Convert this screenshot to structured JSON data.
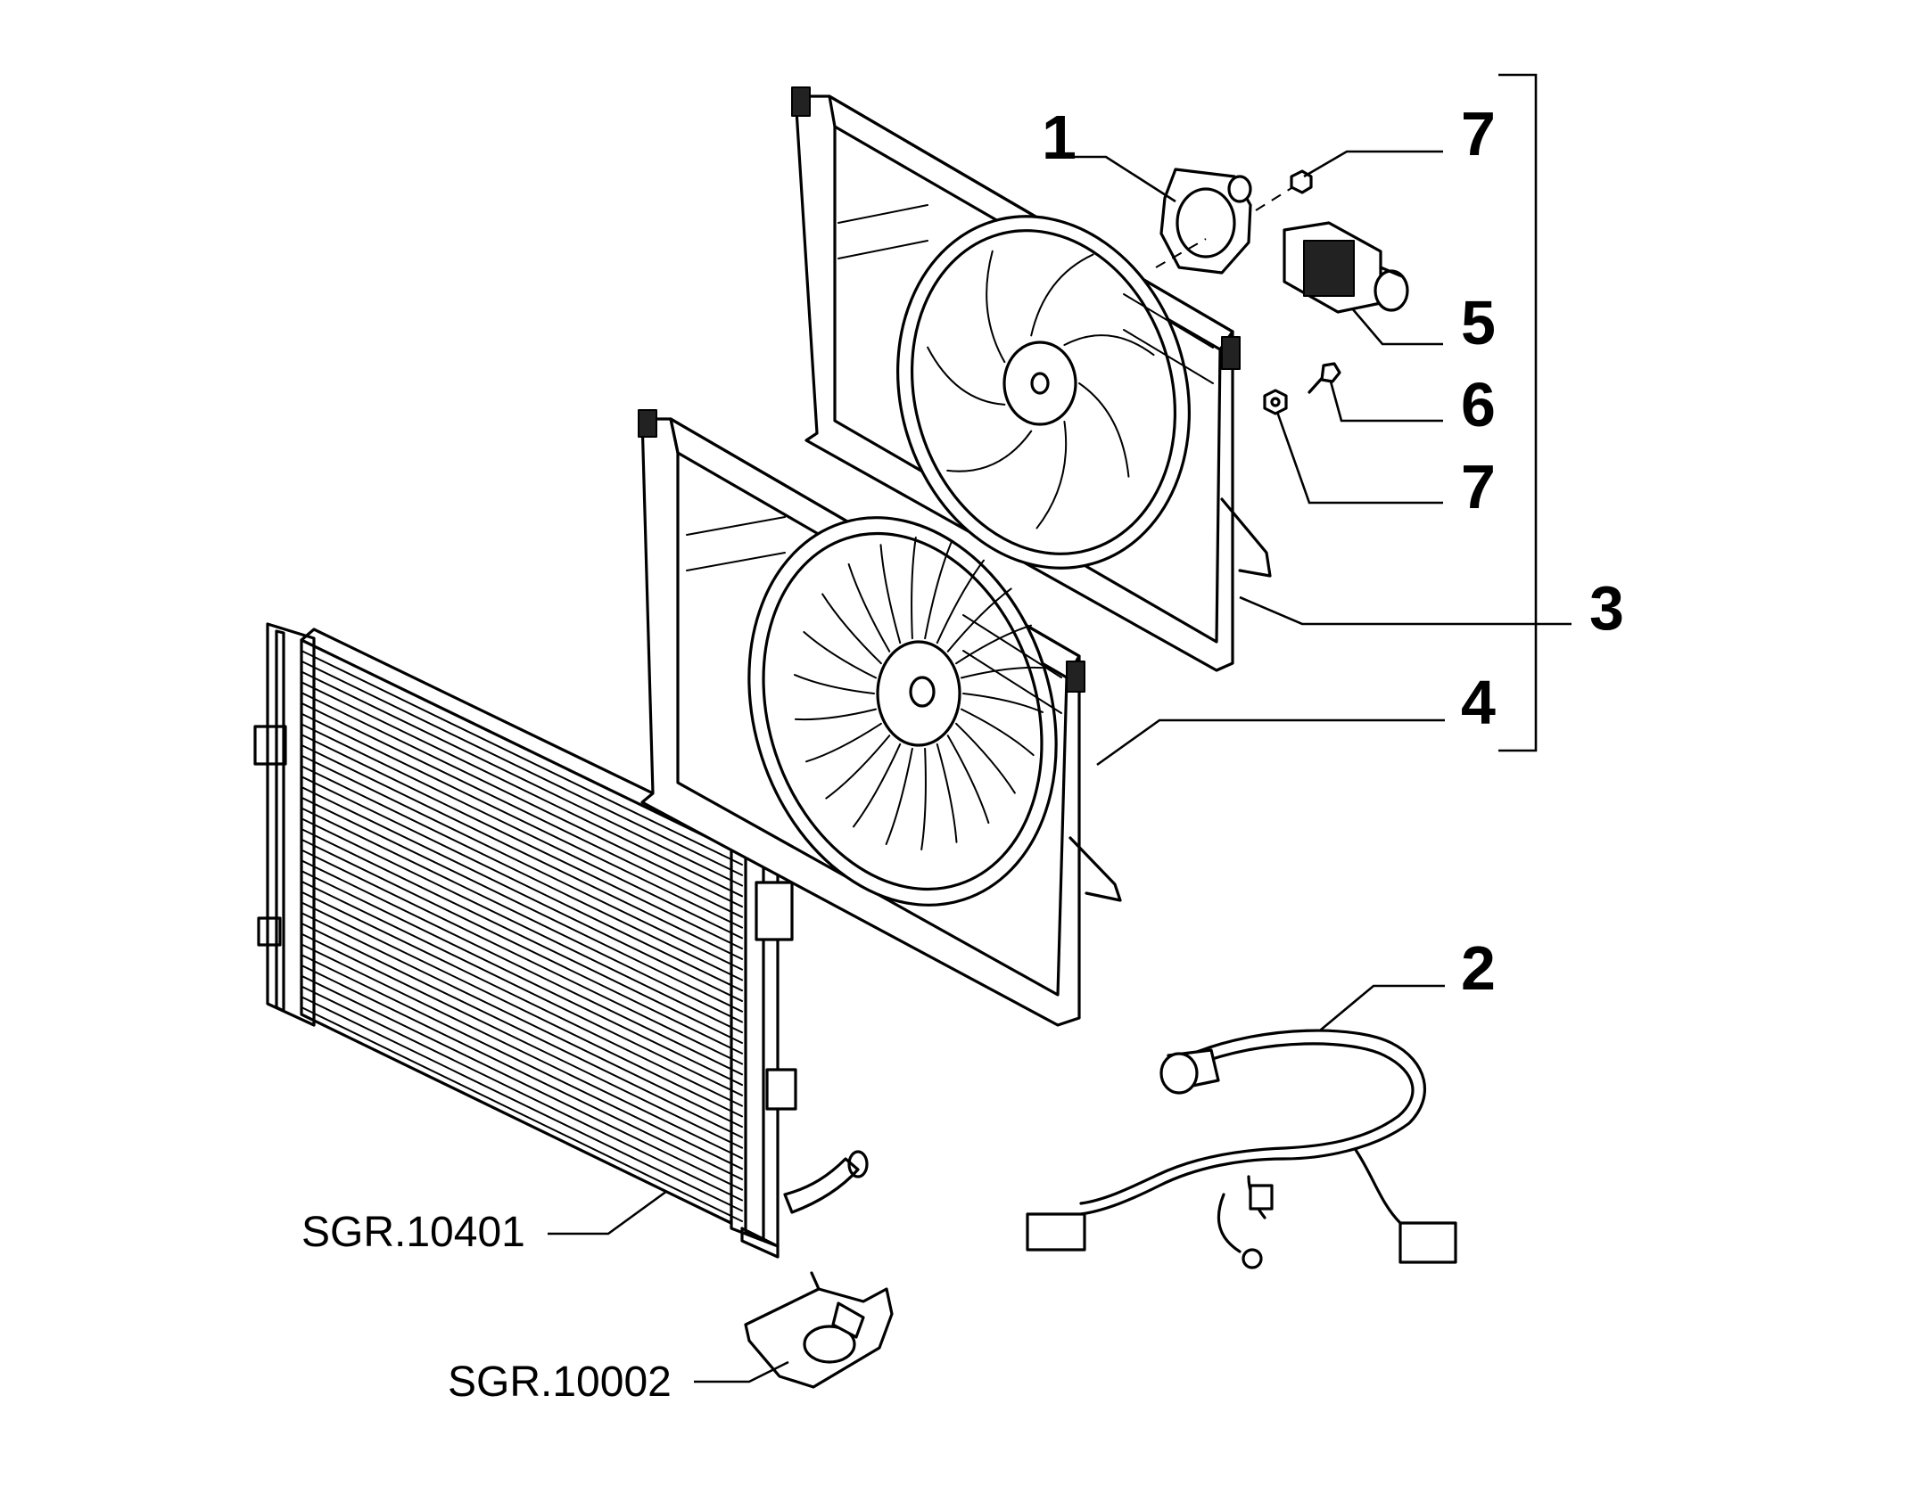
{
  "callouts": [
    {
      "id": "1",
      "label": "1"
    },
    {
      "id": "2",
      "label": "2"
    },
    {
      "id": "3",
      "label": "3"
    },
    {
      "id": "4",
      "label": "4"
    },
    {
      "id": "5",
      "label": "5"
    },
    {
      "id": "6",
      "label": "6"
    },
    {
      "id": "7a",
      "label": "7"
    },
    {
      "id": "7b",
      "label": "7"
    }
  ],
  "references": [
    {
      "id": "radiator",
      "label": "SGR.10401"
    },
    {
      "id": "bracket",
      "label": "SGR.10002"
    }
  ]
}
